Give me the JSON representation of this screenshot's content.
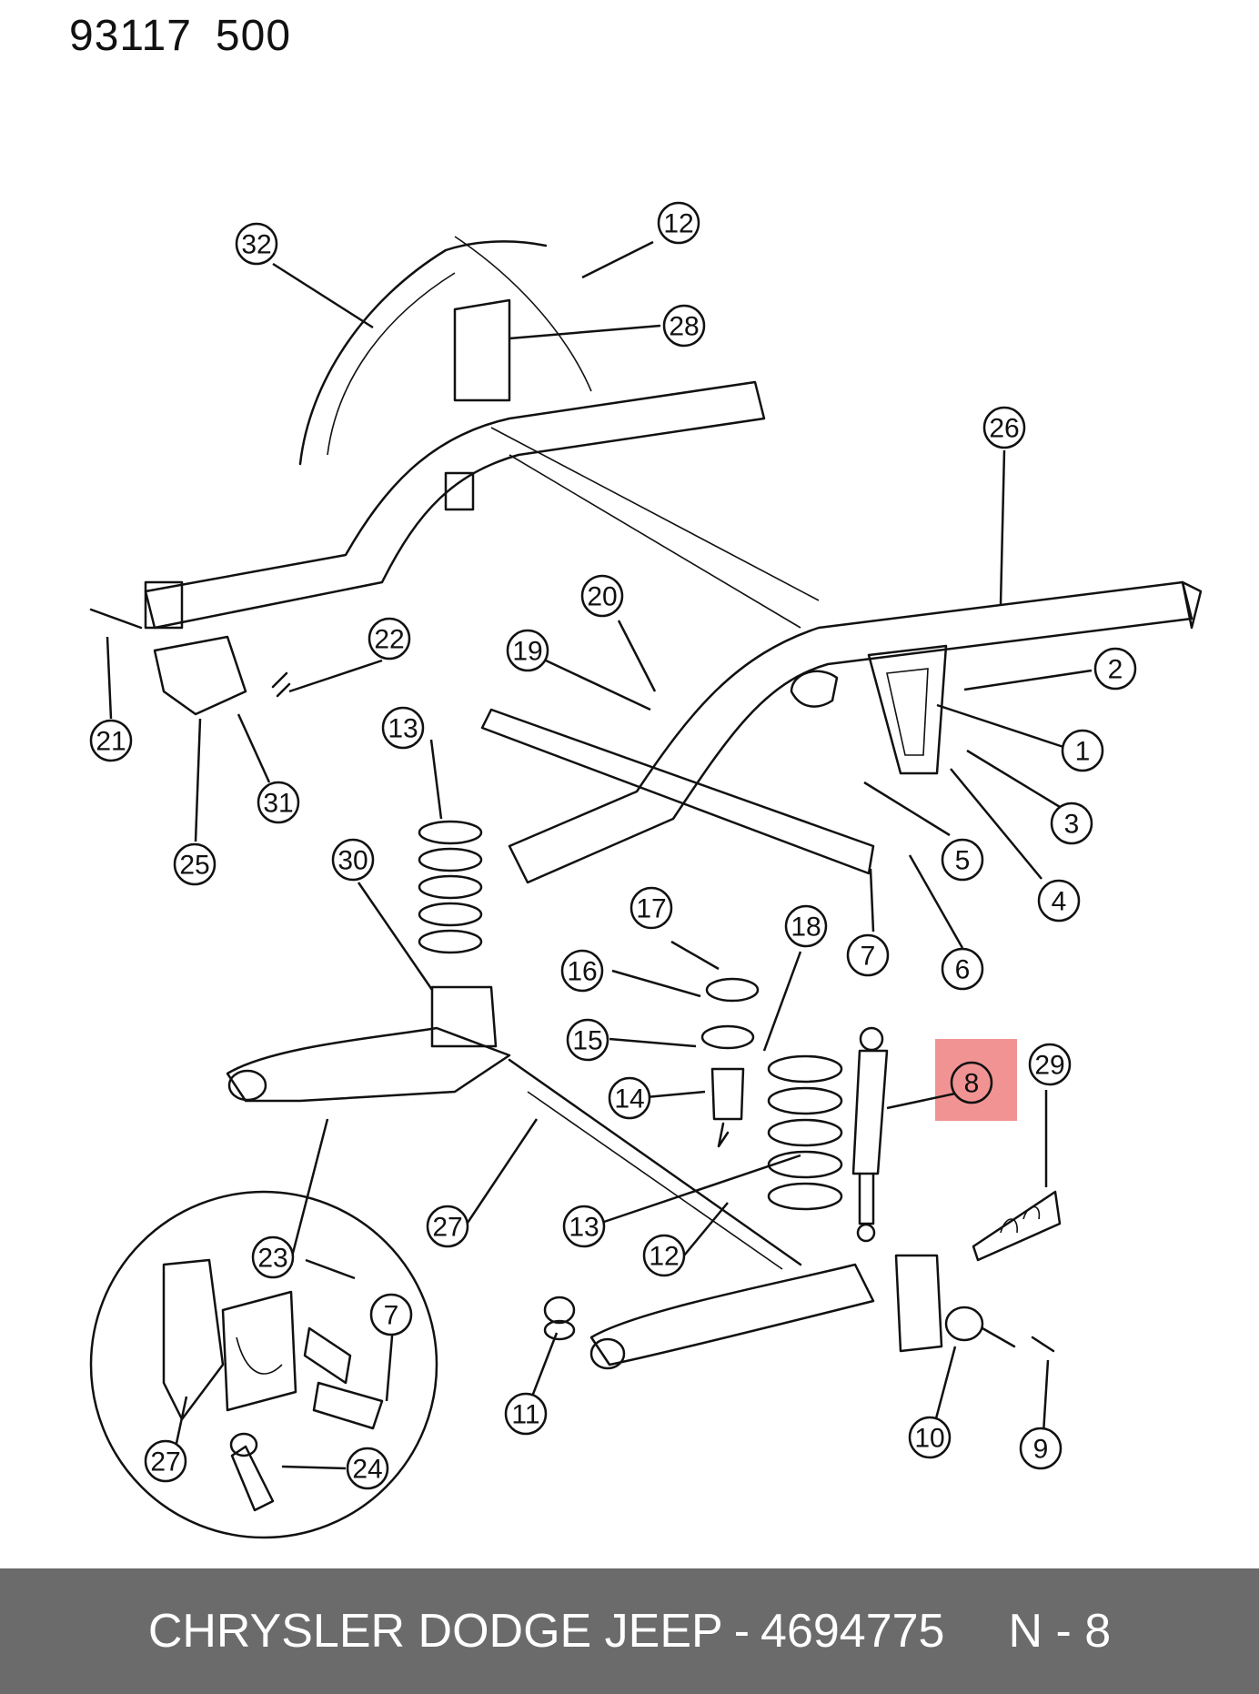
{
  "header": {
    "code_a": "93117",
    "code_b": "500"
  },
  "diagram": {
    "highlight_color": "#f08080",
    "highlighted_callout": "8",
    "callouts": [
      {
        "id": "c32",
        "label": "32"
      },
      {
        "id": "c12a",
        "label": "12"
      },
      {
        "id": "c28",
        "label": "28"
      },
      {
        "id": "c26",
        "label": "26"
      },
      {
        "id": "c20",
        "label": "20"
      },
      {
        "id": "c19",
        "label": "19"
      },
      {
        "id": "c22",
        "label": "22"
      },
      {
        "id": "c21",
        "label": "21"
      },
      {
        "id": "c31",
        "label": "31"
      },
      {
        "id": "c25",
        "label": "25"
      },
      {
        "id": "c2",
        "label": "2"
      },
      {
        "id": "c1",
        "label": "1"
      },
      {
        "id": "c3",
        "label": "3"
      },
      {
        "id": "c5",
        "label": "5"
      },
      {
        "id": "c4",
        "label": "4"
      },
      {
        "id": "c7a",
        "label": "7"
      },
      {
        "id": "c6",
        "label": "6"
      },
      {
        "id": "c13a",
        "label": "13"
      },
      {
        "id": "c30",
        "label": "30"
      },
      {
        "id": "c17",
        "label": "17"
      },
      {
        "id": "c18",
        "label": "18"
      },
      {
        "id": "c16",
        "label": "16"
      },
      {
        "id": "c15",
        "label": "15"
      },
      {
        "id": "c14",
        "label": "14"
      },
      {
        "id": "c8",
        "label": "8"
      },
      {
        "id": "c29",
        "label": "29"
      },
      {
        "id": "c27a",
        "label": "27"
      },
      {
        "id": "c13b",
        "label": "13"
      },
      {
        "id": "c12b",
        "label": "12"
      },
      {
        "id": "c23",
        "label": "23"
      },
      {
        "id": "c7b",
        "label": "7"
      },
      {
        "id": "c27b",
        "label": "27"
      },
      {
        "id": "c24",
        "label": "24"
      },
      {
        "id": "c11",
        "label": "11"
      },
      {
        "id": "c10",
        "label": "10"
      },
      {
        "id": "c9",
        "label": "9"
      }
    ]
  },
  "footer": {
    "brand": "CHRYSLER DODGE JEEP",
    "separator": "-",
    "part_number": "4694775",
    "page": "N - 8"
  }
}
